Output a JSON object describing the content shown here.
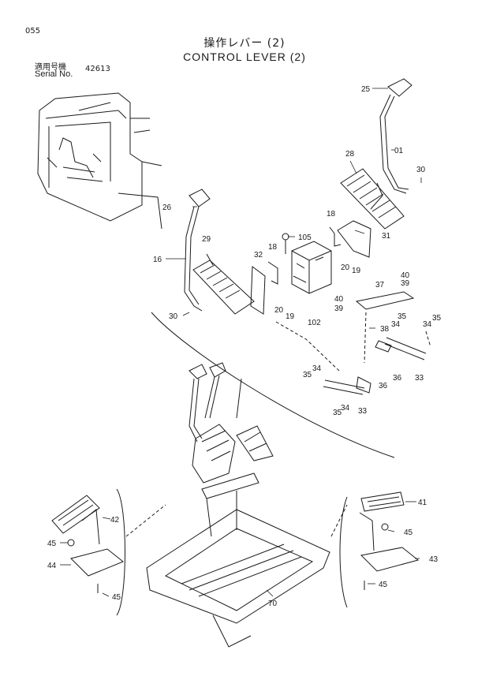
{
  "page": {
    "number": "055",
    "title_jp": "操作レバー (2)",
    "title_en": "CONTROL LEVER (2)",
    "serial_label_jp": "適用号機",
    "serial_label_en": "Serial No.",
    "serial_value": "42613"
  },
  "callouts": [
    "25",
    "01",
    "30",
    "28",
    "18",
    "31",
    "26",
    "105",
    "29",
    "32",
    "18",
    "16",
    "20",
    "19",
    "40",
    "39",
    "37",
    "20",
    "19",
    "102",
    "40",
    "39",
    "30",
    "35",
    "34",
    "38",
    "34",
    "35",
    "36",
    "33",
    "34",
    "35",
    "36",
    "35",
    "34",
    "33",
    "41",
    "42",
    "45",
    "45",
    "44",
    "43",
    "45",
    "45",
    "70"
  ],
  "colors": {
    "ink": "#1a1a1a",
    "paper": "#ffffff"
  }
}
